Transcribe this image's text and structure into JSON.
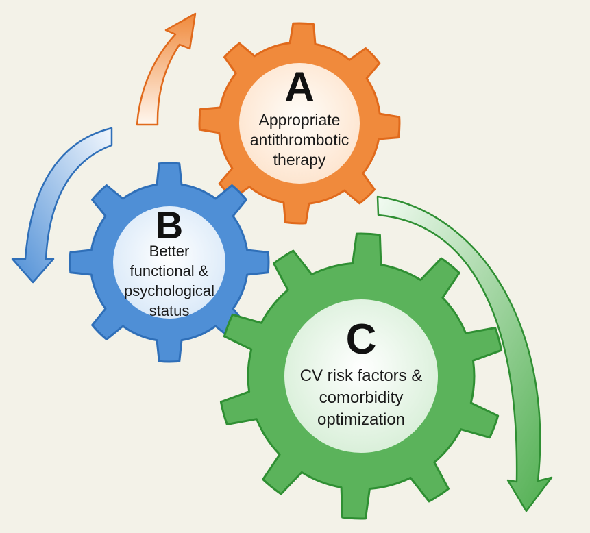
{
  "gears": [
    {
      "id": "a",
      "letter": "A",
      "lines": [
        "Appropriate",
        "antithrombotic",
        "therapy"
      ],
      "color": "#f08a3c",
      "stroke": "#e06a1c",
      "inner": "#fff4e6",
      "icon": "gear-icon"
    },
    {
      "id": "b",
      "letter": "B",
      "lines": [
        "Better",
        "functional &",
        "psychological",
        "status"
      ],
      "color": "#4f8fd6",
      "stroke": "#2f6fb8",
      "inner": "#eef5fd",
      "icon": "gear-icon"
    },
    {
      "id": "c",
      "letter": "C",
      "lines": [
        "CV risk factors &",
        "comorbidity",
        "optimization"
      ],
      "color": "#5bb35b",
      "stroke": "#2f8f33",
      "inner": "#f2fbf2",
      "icon": "gear-icon"
    }
  ],
  "arrows": [
    {
      "id": "orange",
      "color": "#f08a3c",
      "stroke": "#e06a1c",
      "icon": "curved-arrow-icon"
    },
    {
      "id": "blue",
      "color": "#4f8fd6",
      "stroke": "#2f6fb8",
      "icon": "curved-arrow-icon"
    },
    {
      "id": "green",
      "color": "#5bb35b",
      "stroke": "#2f8f33",
      "icon": "curved-arrow-icon"
    }
  ],
  "background": "#f3f2e8"
}
